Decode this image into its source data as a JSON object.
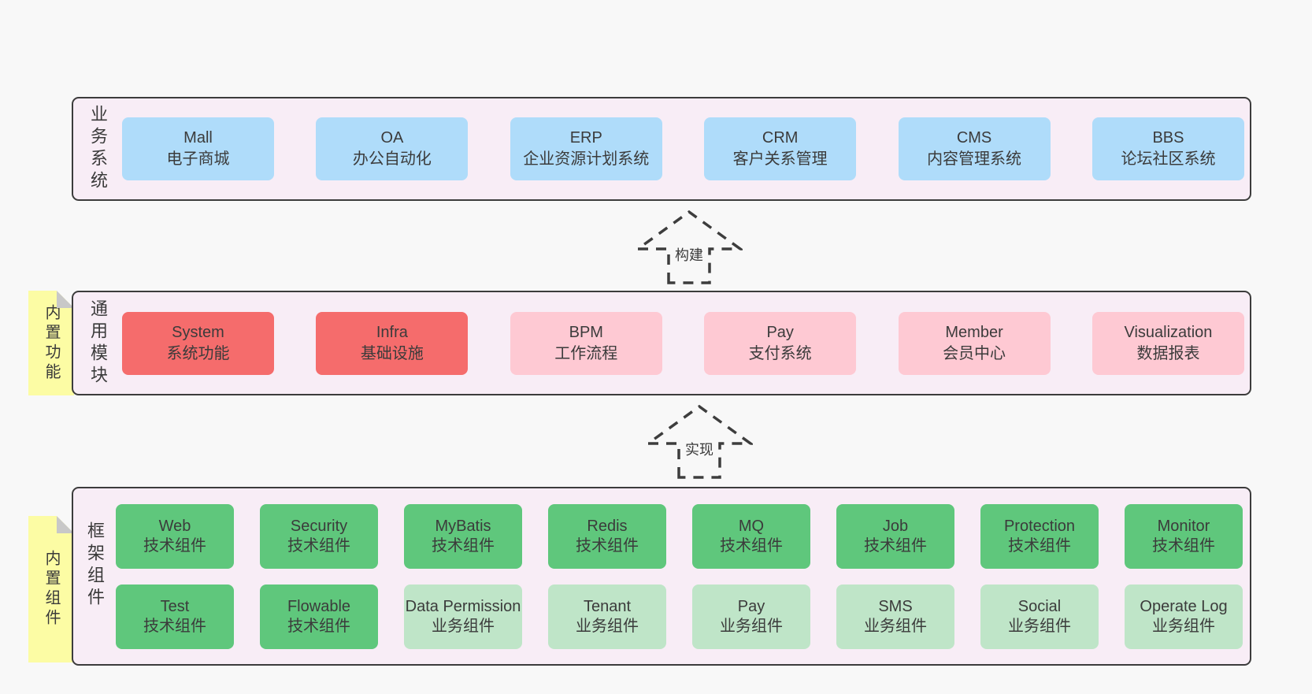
{
  "colors": {
    "page_bg": "#f8f8f8",
    "section_bg": "#f8edf6",
    "section_border": "#3c3c3c",
    "blue_box": "#afdcfa",
    "red_box": "#f56c6c",
    "pink_box": "#fec9d3",
    "green_dark_box": "#5fc77c",
    "green_light_box": "#bfe5c8",
    "note_yellow": "#fcfca4",
    "note_fold_gray": "#c8c8c8",
    "text": "#3b3b3b"
  },
  "arrows": [
    {
      "label": "构建"
    },
    {
      "label": "实现"
    }
  ],
  "sections": {
    "business": {
      "label": "业务系统",
      "boxes": [
        {
          "title": "Mall",
          "subtitle": "电子商城"
        },
        {
          "title": "OA",
          "subtitle": "办公自动化"
        },
        {
          "title": "ERP",
          "subtitle": "企业资源计划系统"
        },
        {
          "title": "CRM",
          "subtitle": "客户关系管理"
        },
        {
          "title": "CMS",
          "subtitle": "内容管理系统"
        },
        {
          "title": "BBS",
          "subtitle": "论坛社区系统"
        }
      ]
    },
    "modules": {
      "label": "通用模块",
      "note": "内置功能",
      "boxes": [
        {
          "title": "System",
          "subtitle": "系统功能"
        },
        {
          "title": "Infra",
          "subtitle": "基础设施"
        },
        {
          "title": "BPM",
          "subtitle": "工作流程"
        },
        {
          "title": "Pay",
          "subtitle": "支付系统"
        },
        {
          "title": "Member",
          "subtitle": "会员中心"
        },
        {
          "title": "Visualization",
          "subtitle": "数据报表"
        }
      ]
    },
    "framework": {
      "label": "框架组件",
      "note": "内置组件",
      "rows": [
        [
          {
            "title": "Web",
            "subtitle": "技术组件"
          },
          {
            "title": "Security",
            "subtitle": "技术组件"
          },
          {
            "title": "MyBatis",
            "subtitle": "技术组件"
          },
          {
            "title": "Redis",
            "subtitle": "技术组件"
          },
          {
            "title": "MQ",
            "subtitle": "技术组件"
          },
          {
            "title": "Job",
            "subtitle": "技术组件"
          },
          {
            "title": "Protection",
            "subtitle": "技术组件"
          },
          {
            "title": "Monitor",
            "subtitle": "技术组件"
          }
        ],
        [
          {
            "title": "Test",
            "subtitle": "技术组件"
          },
          {
            "title": "Flowable",
            "subtitle": "技术组件"
          },
          {
            "title": "Data Permission",
            "subtitle": "业务组件"
          },
          {
            "title": "Tenant",
            "subtitle": "业务组件"
          },
          {
            "title": "Pay",
            "subtitle": "业务组件"
          },
          {
            "title": "SMS",
            "subtitle": "业务组件"
          },
          {
            "title": "Social",
            "subtitle": "业务组件"
          },
          {
            "title": "Operate Log",
            "subtitle": "业务组件"
          }
        ]
      ]
    }
  }
}
